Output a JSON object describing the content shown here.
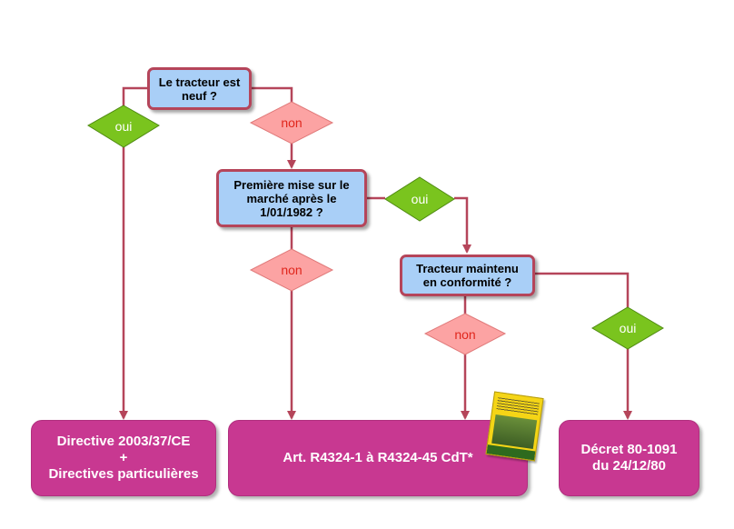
{
  "colors": {
    "question_fill": "#a9cff7",
    "question_border": "#b5455a",
    "result_fill": "#c83891",
    "yes_fill": "#7ac41e",
    "no_fill": "#fca3a3",
    "connector": "#b5455a"
  },
  "questions": {
    "q1": {
      "lines": [
        "Le tracteur est",
        "neuf ?"
      ]
    },
    "q2": {
      "lines": [
        "Première mise sur le",
        "marché après le",
        "1/01/1982 ?"
      ]
    },
    "q3": {
      "lines": [
        "Tracteur maintenu",
        "en conformité ?"
      ]
    }
  },
  "decisions": {
    "d1_yes": "oui",
    "d1_no": "non",
    "d2_yes": "oui",
    "d2_no": "non",
    "d3_no": "non",
    "d3_yes": "oui"
  },
  "results": {
    "r1": {
      "lines": [
        "Directive 2003/37/CE",
        "+",
        "Directives particulières"
      ]
    },
    "r2": {
      "lines": [
        "Art. R4324-1 à R4324-45 CdT*"
      ]
    },
    "r3": {
      "lines": [
        "Décret 80-1091",
        "du 24/12/80"
      ]
    }
  },
  "booklet_icon": "booklet-cover-icon"
}
